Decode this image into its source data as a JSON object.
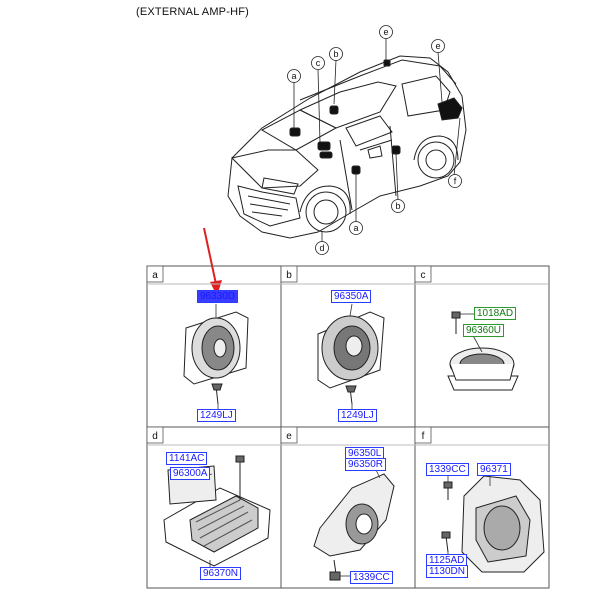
{
  "title": "(EXTERNAL AMP-HF)",
  "car_callouts": {
    "a_top": "a",
    "c_top": "c",
    "b_top": "b",
    "e_top": "e",
    "e_right": "e",
    "f": "f",
    "b_bottom": "b",
    "a_bottom": "a",
    "d": "d"
  },
  "cells": {
    "a": {
      "letter": "a",
      "part_top": "96330D",
      "part_bottom": "1249LJ"
    },
    "b": {
      "letter": "b",
      "part_top": "96350A",
      "part_bottom": "1249LJ"
    },
    "c": {
      "letter": "c",
      "part_top": "1018AD",
      "part_mid": "96360U"
    },
    "d": {
      "letter": "d",
      "part_1": "1141AC",
      "part_2": "96300A",
      "part_bottom": "96370N"
    },
    "e": {
      "letter": "e",
      "part_1": "96350L",
      "part_2": "96350R",
      "part_bottom": "1339CC"
    },
    "f": {
      "letter": "f",
      "part_1": "1339CC",
      "part_2": "96371",
      "part_3": "1125AD",
      "part_4": "1130DN"
    }
  },
  "colors": {
    "part_box": "#2a3cff",
    "bolt_box": "#2e9a2e",
    "arrow": "#e02020"
  }
}
